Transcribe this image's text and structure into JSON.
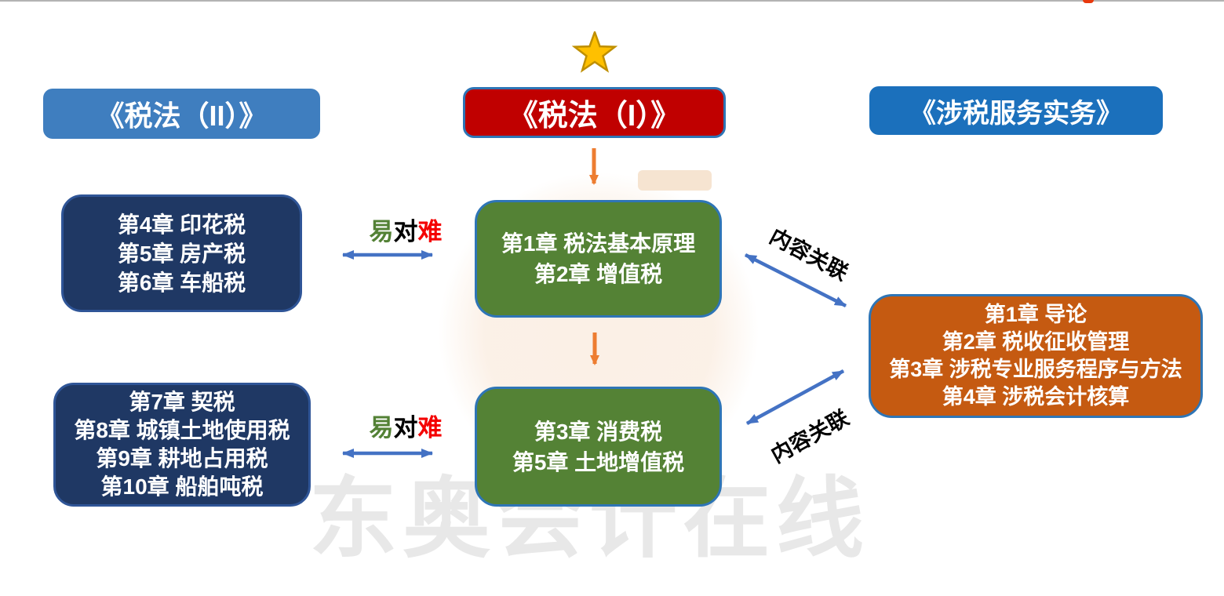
{
  "page": {
    "background": "#FFFFFF",
    "top_border_color": "#B3B3B3",
    "corner_accent_color": "#E8380D",
    "watermark_text": "东奥会计在线"
  },
  "colors": {
    "blue_arrow": "#4472C4",
    "orange_arrow": "#ED7D31",
    "box_border_blue": "#2E75B6",
    "navy_border": "#2F5597"
  },
  "star": {
    "fill": "#FFC000",
    "stroke": "#BF8F00"
  },
  "columns": {
    "left": {
      "header": {
        "label": "《税法（II）》",
        "bg": "#3F7EBF"
      },
      "box_top": {
        "bg": "#1F3864",
        "lines": [
          "第4章 印花税",
          "第5章 房产税",
          "第6章 车船税"
        ]
      },
      "box_bottom": {
        "bg": "#1F3864",
        "lines": [
          "第7章 契税",
          "第8章 城镇土地使用税",
          "第9章 耕地占用税",
          "第10章 船舶吨税"
        ]
      }
    },
    "center": {
      "header": {
        "label": "《税法（I）》",
        "bg": "#C00000"
      },
      "box_top": {
        "bg": "#548235",
        "lines": [
          "第1章 税法基本原理",
          "第2章 增值税"
        ]
      },
      "box_bottom": {
        "bg": "#548235",
        "lines": [
          "第3章 消费税",
          "第5章 土地增值税"
        ]
      }
    },
    "right": {
      "header": {
        "label": "《涉税服务实务》",
        "bg": "#1B70BC"
      },
      "box": {
        "bg": "#C55A11",
        "lines": [
          "第1章 导论",
          "第2章 税收征收管理",
          "第3章 涉税专业服务程序与方法",
          "第4章 涉税会计核算"
        ]
      }
    }
  },
  "relations": {
    "easy_hard": {
      "parts": [
        {
          "text": "易",
          "color": "#538135"
        },
        {
          "text": "对",
          "color": "#000000"
        },
        {
          "text": "难",
          "color": "#F40000"
        }
      ]
    },
    "content_link_top": "内容关联",
    "content_link_bottom": "内容关联"
  }
}
